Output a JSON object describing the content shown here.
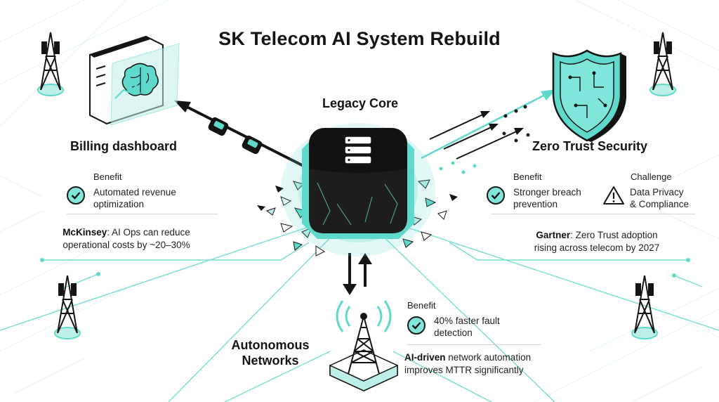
{
  "title": "SK Telecom AI System Rebuild",
  "core": {
    "label": "Legacy Core"
  },
  "billing": {
    "heading": "Billing dashboard",
    "benefit_label": "Benefit",
    "benefit_text_1": "Automated revenue",
    "benefit_text_2": "optimization",
    "quote_source": "McKinsey",
    "quote_text_1": ": AI Ops can reduce",
    "quote_text_2": "operational costs by ~20–30%"
  },
  "zero_trust": {
    "heading": "Zero Trust Security",
    "benefit_label": "Benefit",
    "benefit_text_1": "Stronger breach",
    "benefit_text_2": "prevention",
    "challenge_label": "Challenge",
    "challenge_text_1": "Data Privacy",
    "challenge_text_2": "& Compliance",
    "quote_source": "Gartner",
    "quote_text_1": ": Zero Trust adoption",
    "quote_text_2": "rising across telecom by 2027"
  },
  "autonomous": {
    "heading_1": "Autonomous",
    "heading_2": "Networks",
    "benefit_label": "Benefit",
    "benefit_text_1": "40% faster fault",
    "benefit_text_2": "detection",
    "quote_source": "AI-driven",
    "quote_text_1": " network automation",
    "quote_text_2": "improves MTTR significantly"
  },
  "colors": {
    "accent": "#5fd9cc",
    "accent_light": "#bdeee8",
    "dark": "#141414",
    "check_fill": "#7fe6d9"
  },
  "icons": [
    "server-stack-icon",
    "brain-icon",
    "shield-circuit-icon",
    "cell-tower-icon",
    "check-icon",
    "warning-icon"
  ]
}
